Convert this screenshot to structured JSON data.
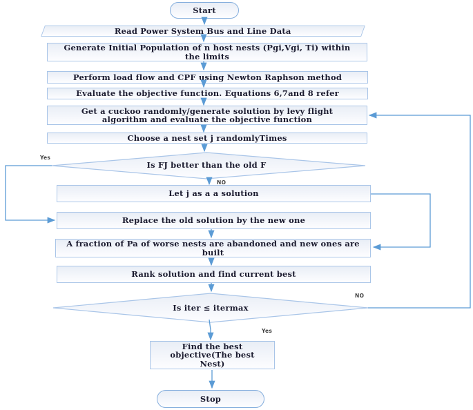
{
  "nodes": {
    "start": {
      "label": "Start"
    },
    "read_data": {
      "label": "Read Power System Bus and Line Data"
    },
    "generate": {
      "label": "Generate Initial Population of n host nests (Pgi,Vgi, Ti) within the limits"
    },
    "perform": {
      "label": "Perform load flow and CPF using Newton Raphson method"
    },
    "evaluate": {
      "label": "Evaluate the objective function. Equations 6,7and 8 refer"
    },
    "cuckoo": {
      "label": "Get a cuckoo randomly/generate solution by levy flight algorithm and evaluate the objective function"
    },
    "choose": {
      "label": "Choose a nest set j randomlyTimes"
    },
    "decision1": {
      "label": "Is FJ better than the old F"
    },
    "let_j": {
      "label": "Let j as a a solution"
    },
    "replace": {
      "label": "Replace the old solution by the new one"
    },
    "fraction": {
      "label": "A fraction of Pa of worse nests are abandoned and new ones are built"
    },
    "rank": {
      "label": "Rank solution and find current best"
    },
    "decision2": {
      "label": "Is iter ≤ itermax"
    },
    "find_best": {
      "label": "Find the best objective(The best Nest)"
    },
    "stop": {
      "label": "Stop"
    }
  },
  "branch_labels": {
    "decision1_yes": "Yes",
    "decision1_no": "NO",
    "decision2_no": "NO",
    "decision2_yes": "Yes"
  },
  "colors": {
    "border": "#a9c5e8",
    "line": "#5b9bd5",
    "fill_top": "#e9eef6",
    "fill_bottom": "#fdfdff",
    "text": "#1b1b2f",
    "label": "#3f3f3f"
  }
}
